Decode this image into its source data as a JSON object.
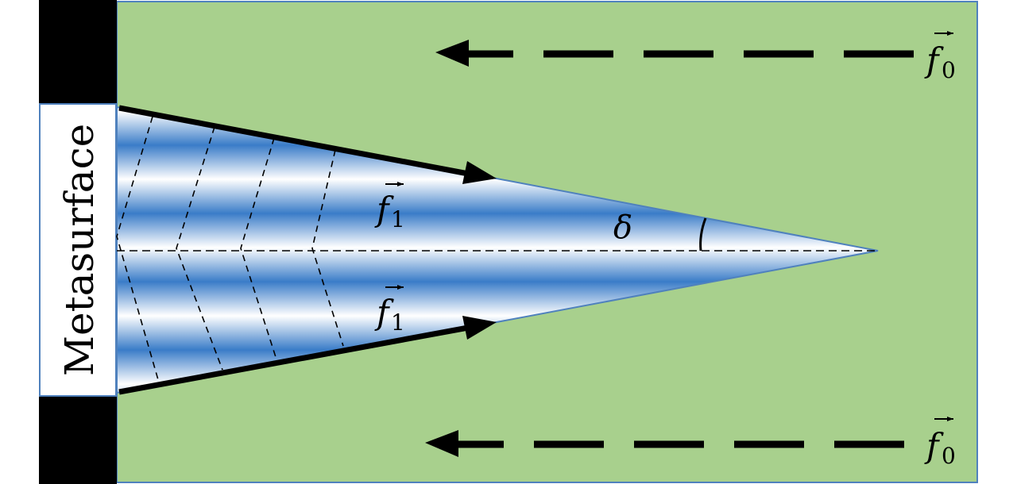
{
  "diagram": {
    "metasurface_label": "Metasurface",
    "angle_label": "δ",
    "vectors": {
      "f0_top": {
        "symbol": "f",
        "subscript": "0"
      },
      "f0_bottom": {
        "symbol": "f",
        "subscript": "0"
      },
      "f1_top": {
        "symbol": "f",
        "subscript": "1"
      },
      "f1_bottom": {
        "symbol": "f",
        "subscript": "1"
      }
    }
  },
  "colors": {
    "background_field": "#a8d08d",
    "wave_blue": "#3a7cc8",
    "wave_light": "#ffffff",
    "absorber": "#000000",
    "metasurface_fill": "#ffffff"
  }
}
